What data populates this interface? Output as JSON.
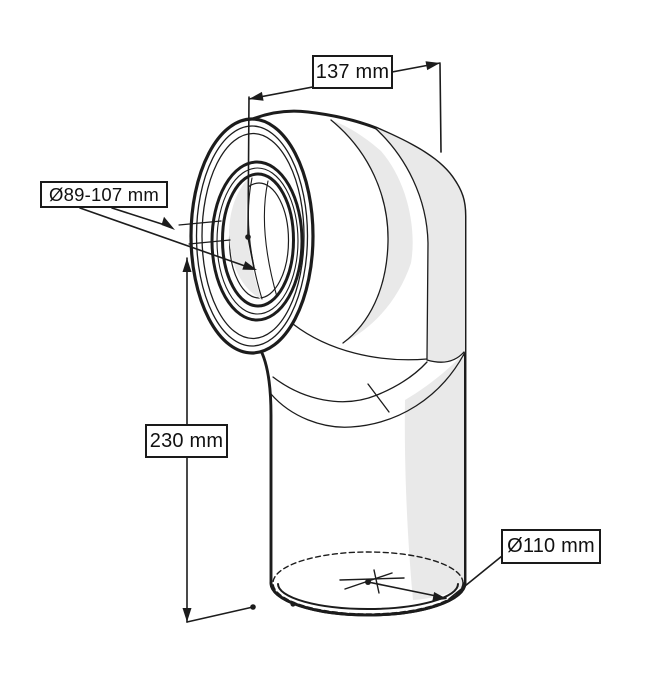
{
  "drawing": {
    "type": "technical-dimension-drawing",
    "dimensions": {
      "width_top": "137 mm",
      "socket_diameter_range": "Ø89-107 mm",
      "height": "230 mm",
      "outlet_diameter": "Ø110 mm"
    },
    "colors": {
      "line": "#1c1c1c",
      "shade": "#e9e9e9",
      "background": "#ffffff"
    }
  }
}
